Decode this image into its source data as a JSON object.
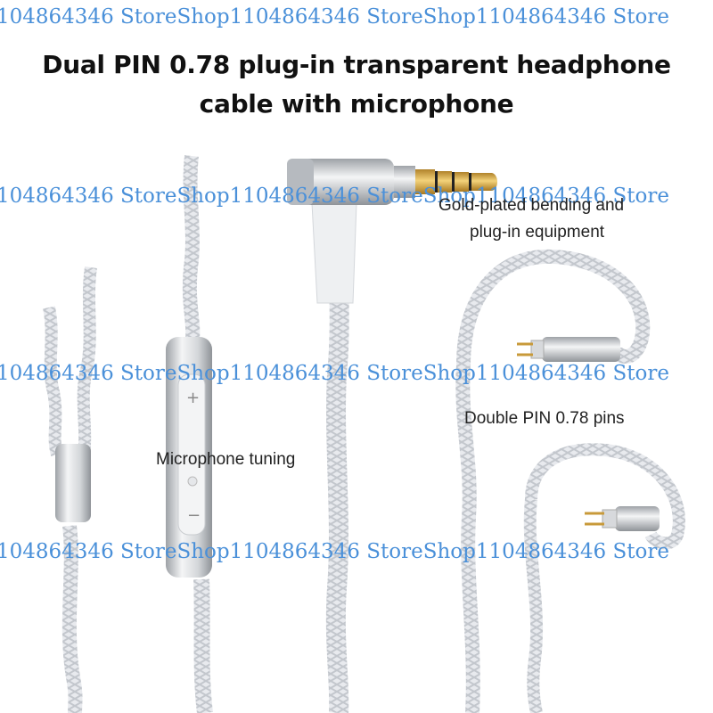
{
  "title": {
    "line1": "Dual PIN 0.78 plug-in transparent headphone",
    "line2": "cable with microphone"
  },
  "watermark": "104864346 StoreShop1104864346 StoreShop1104864346 Store",
  "labels": {
    "plug_line1": "Gold-plated bending and",
    "plug_line2": "plug-in equipment",
    "pins": "Double PIN 0.78 pins",
    "mic": "Microphone tuning"
  },
  "mic_buttons": {
    "plus": "+",
    "minus": "−"
  },
  "colors": {
    "watermark": "#4a90d9",
    "cable": "#dcdfe4",
    "metal": "#c9ccd0",
    "gold": "#d4a437"
  }
}
